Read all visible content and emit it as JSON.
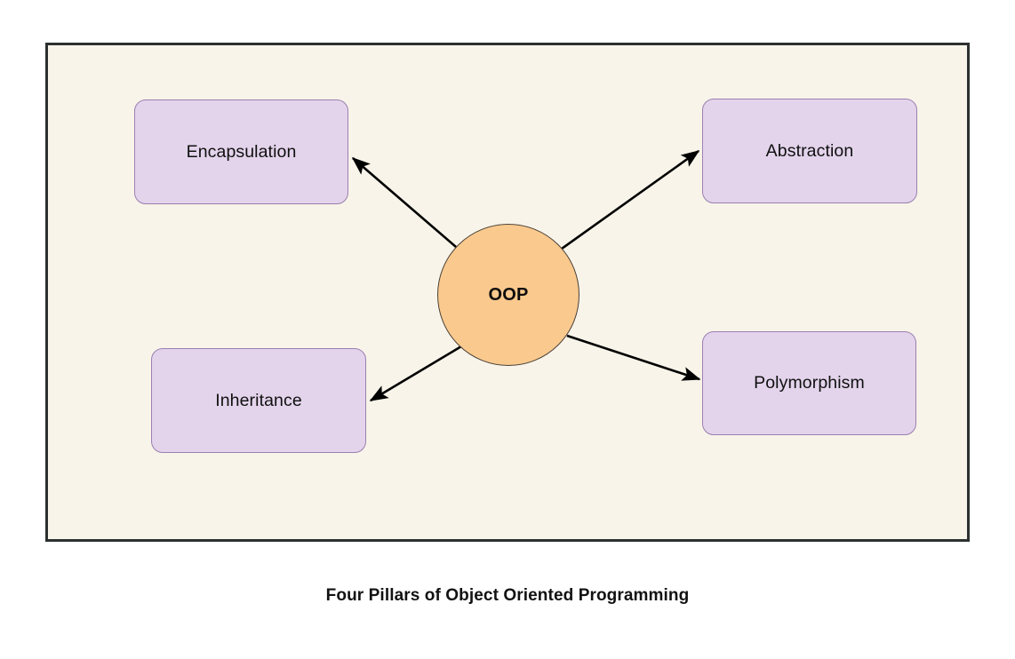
{
  "diagram": {
    "caption": "Four Pillars of Object Oriented Programming",
    "background_color": "#f8f4e9",
    "frame_border_color": "#2c3030",
    "hub": {
      "label": "OOP",
      "fill_color": "#fac98e",
      "border_color": "#4a4037",
      "shape": "circle"
    },
    "node_fill_color": "#e3d4ec",
    "node_border_color": "#9b7fb0",
    "connector_color": "#000000",
    "nodes": [
      {
        "id": "encapsulation",
        "label": "Encapsulation",
        "position": "top-left"
      },
      {
        "id": "abstraction",
        "label": "Abstraction",
        "position": "top-right"
      },
      {
        "id": "inheritance",
        "label": "Inheritance",
        "position": "bottom-left"
      },
      {
        "id": "polymorphism",
        "label": "Polymorphism",
        "position": "bottom-right"
      }
    ],
    "connectors": [
      {
        "from": "OOP",
        "to": "Encapsulation",
        "arrow": "single"
      },
      {
        "from": "OOP",
        "to": "Abstraction",
        "arrow": "single"
      },
      {
        "from": "OOP",
        "to": "Inheritance",
        "arrow": "single"
      },
      {
        "from": "OOP",
        "to": "Polymorphism",
        "arrow": "single"
      }
    ]
  }
}
